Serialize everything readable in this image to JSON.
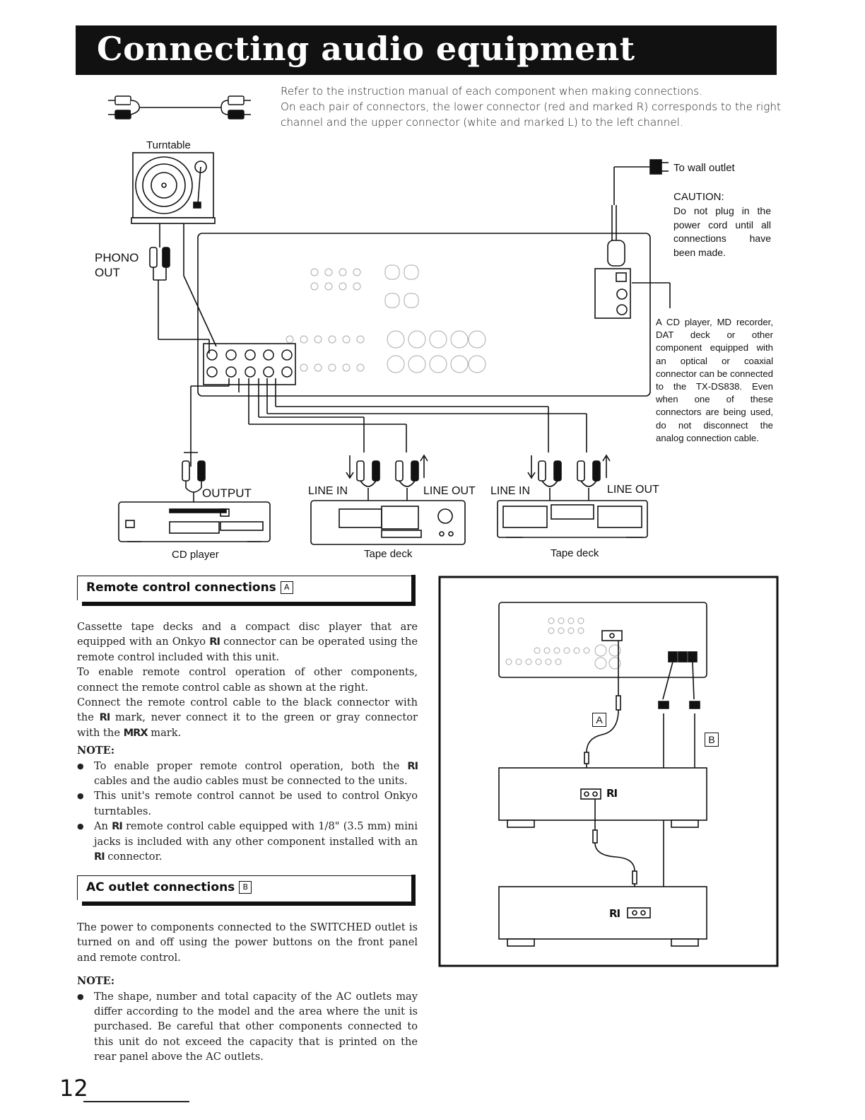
{
  "title": "Connecting audio equipment",
  "intro": [
    "Refer to the instruction manual of each component when making connections.",
    "On each pair of connectors, the lower connector (red and marked R) corresponds to the right channel and the upper connector (white and marked L) to the left channel."
  ],
  "diagram": {
    "turntable": "Turntable",
    "phono_out_line1": "PHONO",
    "phono_out_line2": "OUT",
    "wall_outlet": "To wall outlet",
    "caution_title": "CAUTION:",
    "caution_text": "Do not plug in the power cord until all connections have been made.",
    "digital_note": "A CD player, MD recorder, DAT deck or other component equipped with an optical or coaxial connector can be connected to the TX-DS838. Even when one of these connectors are being used, do not disconnect the analog connection cable.",
    "output": "OUTPUT",
    "line_in_1": "LINE IN",
    "line_out_1": "LINE OUT",
    "line_in_2": "LINE IN",
    "line_out_2": "LINE OUT",
    "cd_player": "CD player",
    "tape_deck_1": "Tape deck",
    "tape_deck_2": "Tape deck"
  },
  "remote_section": {
    "heading": "Remote control connections",
    "letter": "A",
    "p1_a": "Cassette tape decks and a compact disc player that are equipped with an Onkyo ",
    "p1_b": " connector can be operated using the remote control included with this unit.",
    "p2": "To enable remote control operation of other components, connect the remote control cable as shown at the right.",
    "p3_a": "Connect the remote control cable to the black connector with the ",
    "p3_b": " mark, never connect it to the green or gray connector with the ",
    "p3_c": " mark.",
    "note_title": "NOTE:",
    "note1_a": "To enable proper remote control operation, both the ",
    "note1_b": " cables and the audio cables must be connected to the units.",
    "note2": "This unit's remote control cannot be used to control Onkyo turntables.",
    "note3_a": "An ",
    "note3_b": " remote control cable equipped with 1/8\" (3.5 mm) mini jacks is included with any other component installed with an ",
    "note3_c": " connector."
  },
  "ac_section": {
    "heading": "AC outlet connections",
    "letter": "B",
    "p1": "The power to components connected to the SWITCHED outlet is turned on and off using the power buttons on the front panel and remote control.",
    "note_title": "NOTE:",
    "note1": "The shape, number and total capacity of the AC outlets may differ according to the model and the area where the unit is purchased. Be careful that other components connected to this unit do not exceed the capacity that is printed on the rear panel above the AC outlets."
  },
  "right_diagram": {
    "label_a": "A",
    "label_b": "B",
    "ri_1": "RI",
    "ri_2": "RI"
  },
  "ri_mark": "RI",
  "mrx_mark": "MRX",
  "page_number": "12"
}
